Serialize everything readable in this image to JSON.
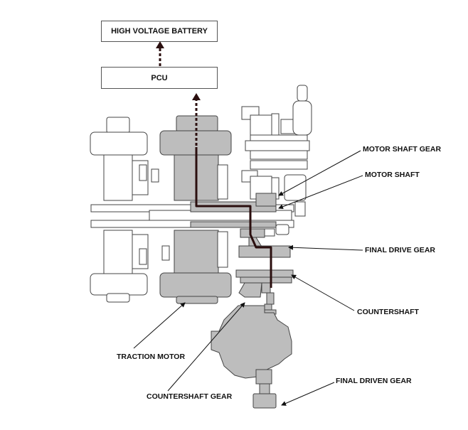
{
  "blocks": {
    "battery": "HIGH VOLTAGE BATTERY",
    "pcu": "PCU"
  },
  "labels": {
    "motor_shaft_gear": "MOTOR SHAFT GEAR",
    "motor_shaft": "MOTOR SHAFT",
    "final_drive_gear": "FINAL DRIVE GEAR",
    "countershaft": "COUNTERSHAFT",
    "traction_motor": "TRACTION MOTOR",
    "countershaft_gear": "COUNTERSHAFT GEAR",
    "final_driven_gear": "FINAL DRIVEN GEAR"
  },
  "colors": {
    "highlight_fill": "#bdbdbd",
    "outline": "#444444",
    "power_path": "#2b0f0f"
  }
}
